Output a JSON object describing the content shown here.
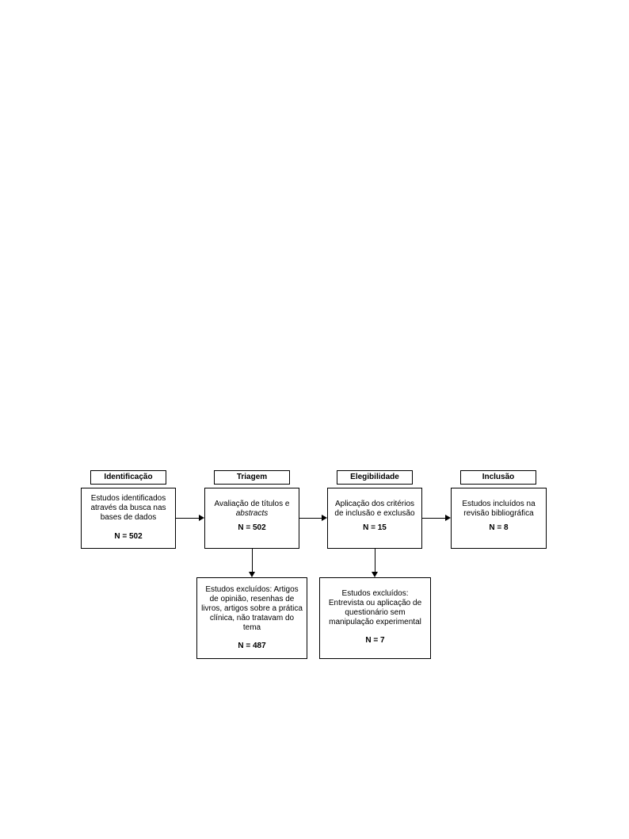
{
  "stages": [
    {
      "label": "Identificação",
      "desc": "Estudos identificados através da busca nas bases de dados",
      "count": "N = 502"
    },
    {
      "label": "Triagem",
      "desc": "Avaliação de títulos e",
      "desc_italic": "abstracts",
      "count": "N = 502"
    },
    {
      "label": "Elegibilidade",
      "desc": "Aplicação dos critérios de inclusão e exclusão",
      "count": "N = 15"
    },
    {
      "label": "Inclusão",
      "desc": "Estudos incluídos na revisão bibliográfica",
      "count": "N = 8"
    }
  ],
  "exclusions": [
    {
      "desc": "Estudos excluídos: Artigos de opinião, resenhas de livros, artigos sobre a prática clínica, não tratavam do tema",
      "count": "N = 487"
    },
    {
      "desc": "Estudos excluídos: Entrevista ou aplicação de questionário sem manipulação experimental",
      "count": "N = 7"
    }
  ]
}
